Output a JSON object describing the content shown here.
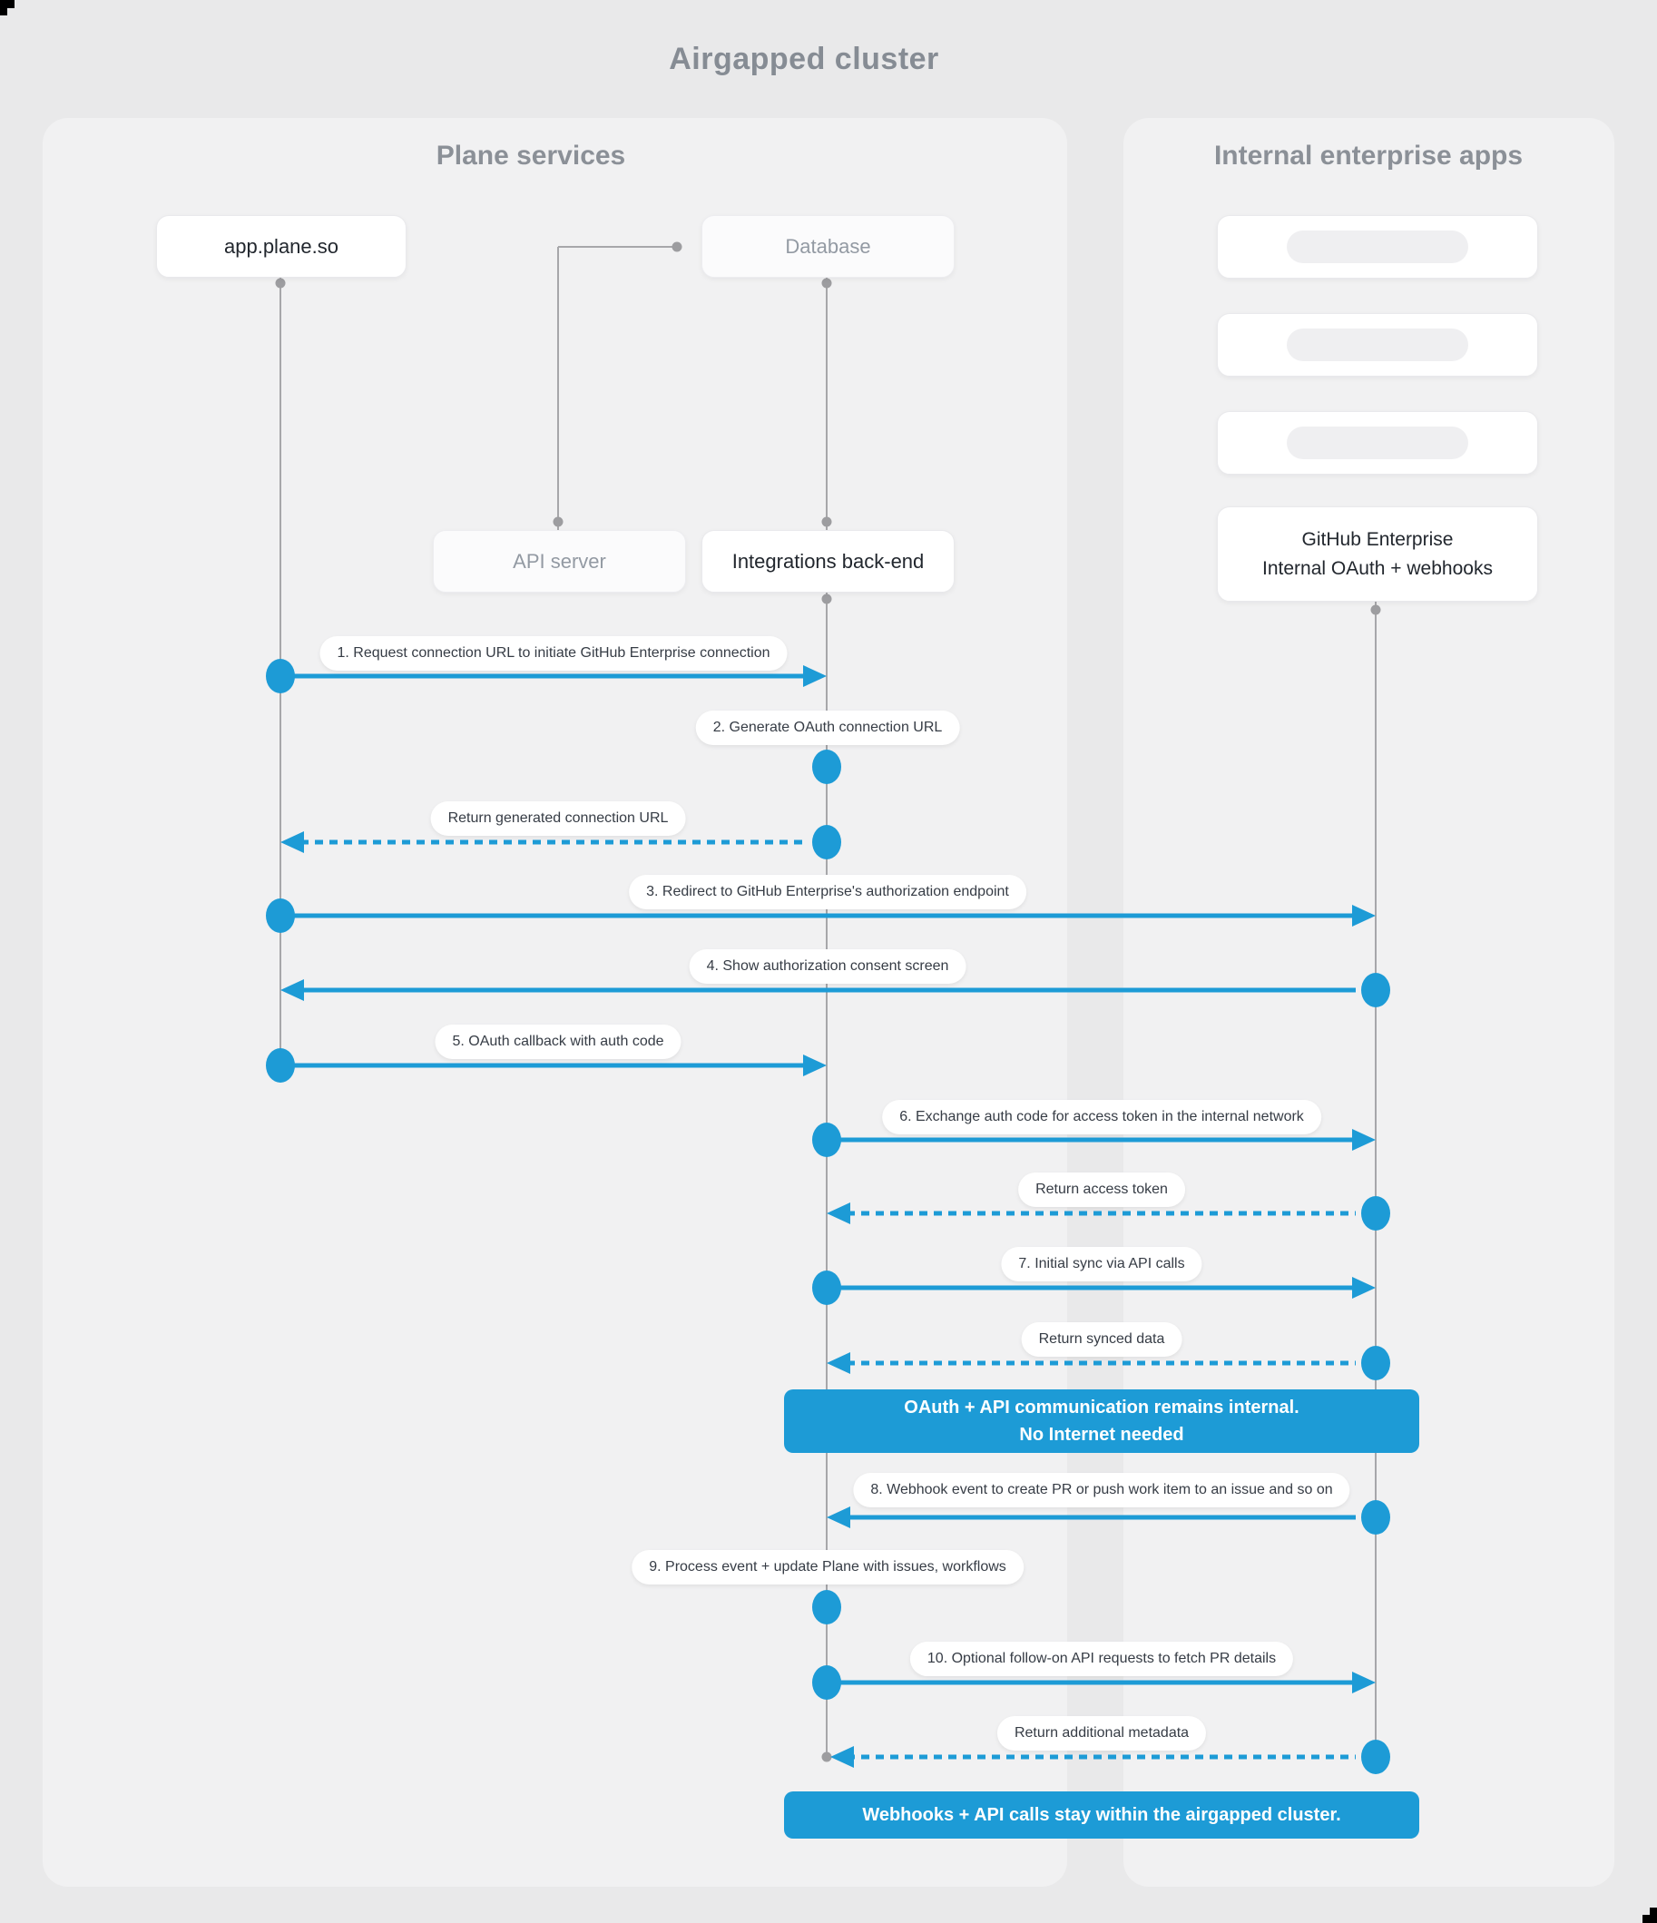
{
  "title": "Airgapped cluster",
  "panels": {
    "plane": {
      "title": "Plane services"
    },
    "internal": {
      "title": "Internal enterprise apps"
    }
  },
  "nodes": {
    "app": {
      "label": "app.plane.so"
    },
    "database": {
      "label": "Database"
    },
    "api_server": {
      "label": "API server"
    },
    "integrations": {
      "label": "Integrations back-end"
    },
    "github": {
      "line1": "GitHub Enterprise",
      "line2": "Internal OAuth + webhooks"
    }
  },
  "messages": {
    "m1": {
      "label": "1. Request connection URL to initiate GitHub Enterprise connection"
    },
    "m2": {
      "label": "2. Generate OAuth connection URL"
    },
    "r1": {
      "label": "Return generated connection URL"
    },
    "m3": {
      "label": "3. Redirect to GitHub Enterprise's authorization endpoint"
    },
    "m4": {
      "label": "4. Show authorization consent screen"
    },
    "m5": {
      "label": "5. OAuth callback with auth code"
    },
    "m6": {
      "label": "6. Exchange auth code for access token in the internal network"
    },
    "r2": {
      "label": "Return access token"
    },
    "m7": {
      "label": "7. Initial sync via API calls"
    },
    "r3": {
      "label": "Return synced data"
    },
    "m8": {
      "label": "8. Webhook event to create PR  or push work item to an issue  and so on"
    },
    "m9": {
      "label": "9. Process event + update Plane with issues, workflows"
    },
    "m10": {
      "label": "10. Optional follow-on API requests to fetch PR details"
    },
    "r4": {
      "label": "Return additional metadata"
    }
  },
  "banners": {
    "internal_note": {
      "line1": "OAuth + API communication remains internal.",
      "line2": "No Internet needed"
    },
    "bottom_note": {
      "line1": "Webhooks + API calls stay within the airgapped cluster."
    }
  },
  "colors": {
    "accent_blue": "#1d9bd6",
    "background": "#e9e9ea",
    "panel": "#f1f1f2",
    "lifeline": "#a7a7aa"
  }
}
